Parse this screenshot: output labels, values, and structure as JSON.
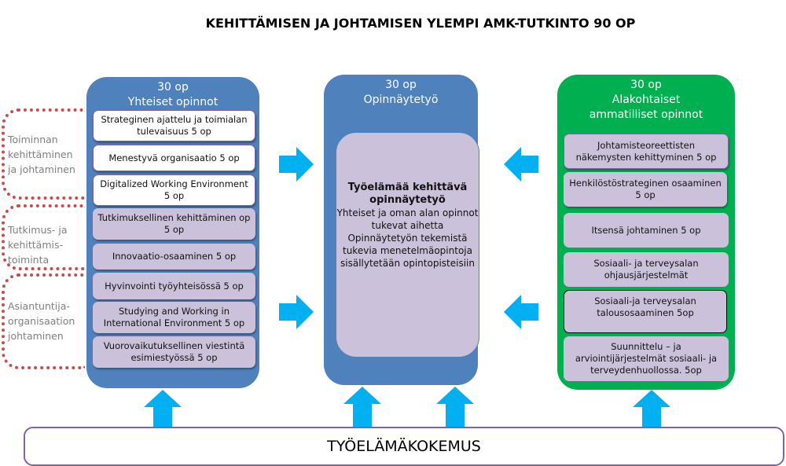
{
  "title": "KEHITTÄMISEN JA JOHTAMISEN YLEMPI AMK-TUTKINTO 90 OP",
  "left_column": {
    "credits": "30 op",
    "heading": "Yhteiset opinnot",
    "items": [
      "Strateginen ajattelu ja toimialan tulevaisuus  5 op",
      "Menestyvä organisaatio 5 op",
      "Digitalized Working Environment 5 op",
      "Tutkimuksellinen kehittäminen op 5 op",
      "Innovaatio-osaaminen 5 op",
      "Hyvinvointi työyhteisössä  5 op",
      "Studying and Working in International Environment  5 op",
      "Vuorovaikutuksellinen viestintä esimiestyössä 5 op"
    ]
  },
  "brackets": [
    "Toiminnan kehittäminen ja johtaminen",
    "Tutkimus- ja kehittämis-toiminta",
    "Asiantuntija-organisaation johtaminen"
  ],
  "center_column": {
    "credits": "30 op",
    "heading": "Opinnäytetyö",
    "inner_title": "Työelämää kehittävä opinnäytetyö",
    "inner_text": "Yhteiset ja oman alan opinnot tukevat aihetta Opinnäytetyön tekemistä tukevia menetelmäopintoja sisällytetään opintopisteisiin"
  },
  "right_column": {
    "credits": "30 op",
    "heading": "Alakohtaiset ammatilliset opinnot",
    "items": [
      "Johtamisteoreettisten näkemysten kehittyminen 5 op",
      "Henkilöstöstrateginen osaaminen 5 op",
      "Itsensä johtaminen 5 op",
      "Sosiaali- ja terveysalan ohjausjärjestelmät",
      "Sosiaali-ja terveysalan talousosaaminen 5op",
      "Suunnittelu – ja arviointijärjestelmät sosiaali- ja terveydenhuollossa. 5op"
    ]
  },
  "bottom_label": "TYÖELÄMÄKOKEMUS",
  "colors": {
    "blue": "#4f81bd",
    "green": "#00b050",
    "lilac": "#ccc1da",
    "arrow": "#00b0f0",
    "dotted": "#c0504d"
  }
}
